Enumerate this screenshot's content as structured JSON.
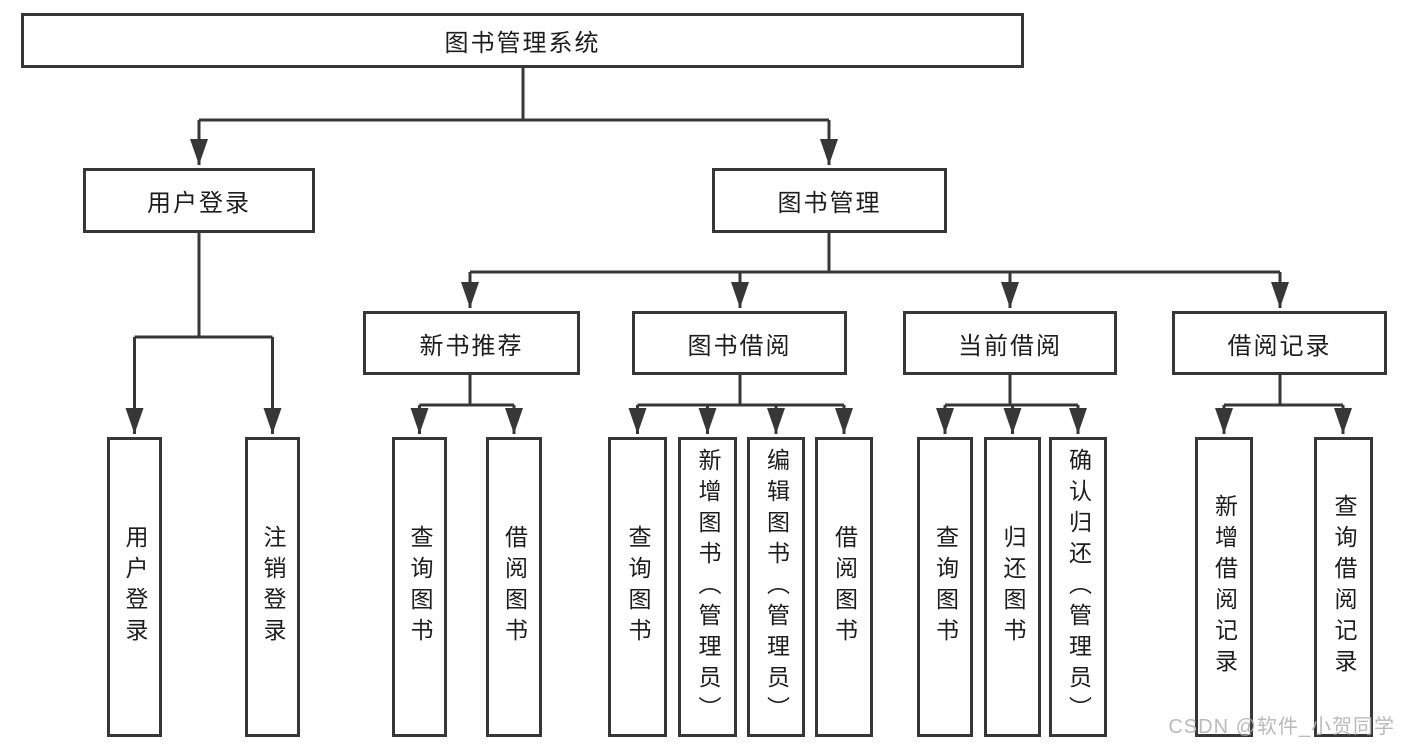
{
  "diagram": {
    "tree": {
      "root": "图书管理系统",
      "children": [
        {
          "label": "用户登录",
          "children": [
            "用户登录",
            "注销登录"
          ]
        },
        {
          "label": "图书管理",
          "children": [
            {
              "label": "新书推荐",
              "children": [
                "查询图书",
                "借阅图书"
              ]
            },
            {
              "label": "图书借阅",
              "children": [
                "查询图书",
                "新增图书（管理员）",
                "编辑图书（管理员）",
                "借阅图书"
              ]
            },
            {
              "label": "当前借阅",
              "children": [
                "查询图书",
                "归还图书",
                "确认归还（管理员）"
              ]
            },
            {
              "label": "借阅记录",
              "children": [
                "新增借阅记录",
                "查询借阅记录"
              ]
            }
          ]
        }
      ]
    },
    "colors": {
      "line": "#373737",
      "text": "#1d1d1d",
      "watermark": "#b3b3b3",
      "background": "#ffffff"
    },
    "watermark": "CSDN @软件_小贺同学"
  }
}
